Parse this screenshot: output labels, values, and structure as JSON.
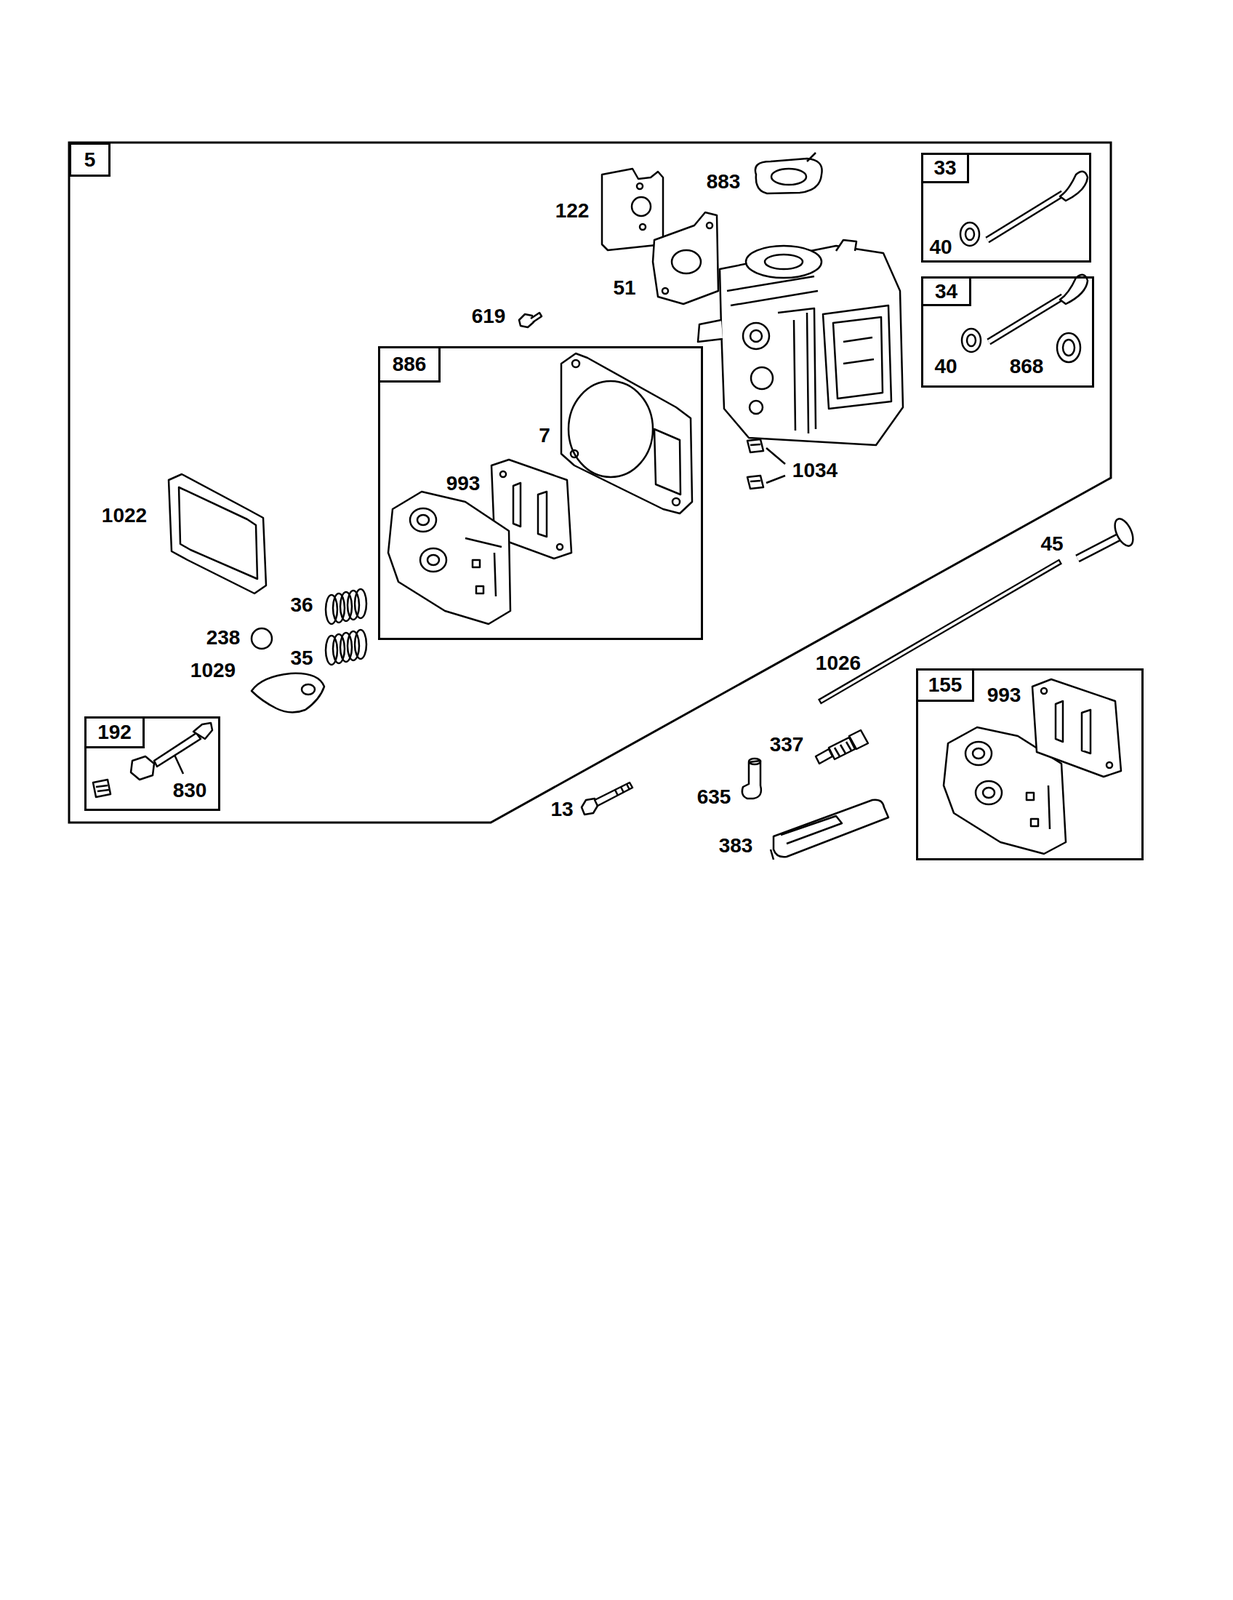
{
  "diagram": {
    "nodes": [
      {
        "text": [
          "5"
        ]
      },
      {
        "text": [
          "33",
          "40"
        ],
        "in": 0
      },
      {
        "text": [
          "34",
          "40",
          "868"
        ],
        "in": 0
      },
      {
        "text": [
          "886",
          "7",
          "993"
        ],
        "in": 0
      },
      {
        "text": [
          "192",
          "830"
        ],
        "in": 0
      },
      {
        "text": [
          "155",
          "993"
        ]
      }
    ],
    "labels": [
      "122",
      "883",
      "51",
      "619",
      "1034",
      "1022",
      "36",
      "238",
      "35",
      "1029",
      "45",
      "1026",
      "13",
      "337",
      "635",
      "383"
    ]
  }
}
